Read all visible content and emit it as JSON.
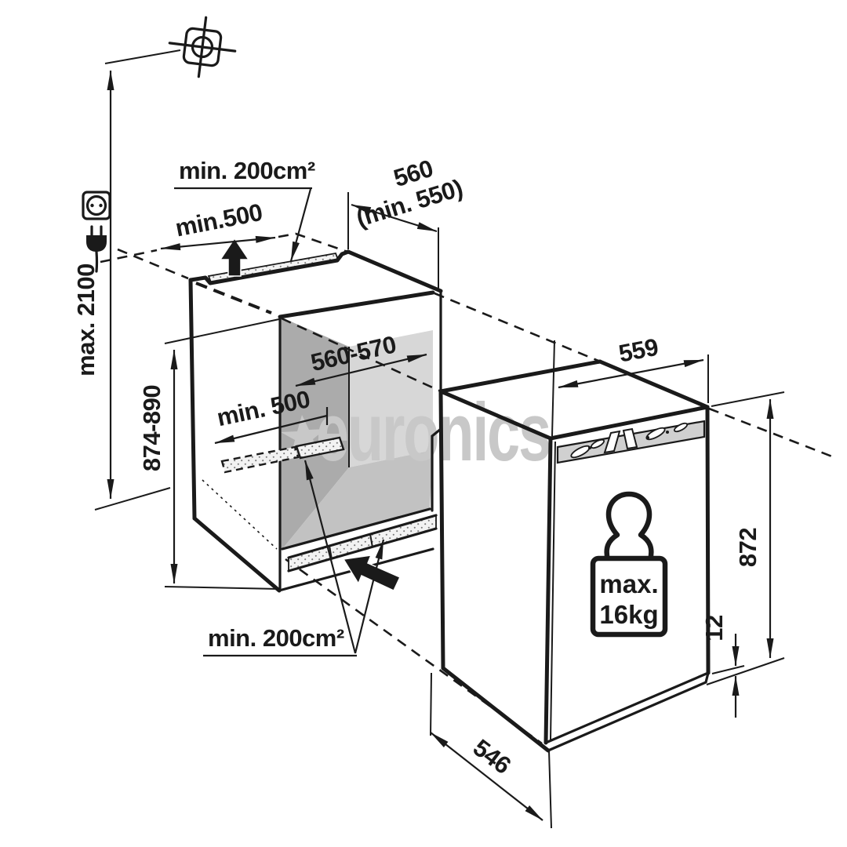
{
  "title": "Built-in refrigerator installation drawing",
  "colors": {
    "line": "#1a1a1a",
    "watermark": "#c8c8c8",
    "wall_left": "#ababab",
    "wall_back": "#d7d7d7",
    "floor": "#c2c2c2",
    "grille_fill": "#d0d0d0",
    "vent_fill": "#f2f2f2"
  },
  "niche": {
    "top_vent_label": "min. 200cm²",
    "top_clearance_label": "min.500",
    "depth_label": "560",
    "depth_min_label": "(min. 550)",
    "ceiling_clearance_label": "max. 2100",
    "width_label": "560-570",
    "interior_clearance_label": "min. 500",
    "height_label": "874-890",
    "bottom_vent_label": "min. 200cm²"
  },
  "appliance": {
    "width_label": "559",
    "height_label": "872",
    "depth_label": "546",
    "plinth_step_label": "12",
    "door_load_line1": "max.",
    "door_load_line2": "16kg"
  },
  "watermark": {
    "text": "euronics"
  },
  "icons": {
    "position_marker_icon": "crosshair-square",
    "power_outlet_icon": "round-socket",
    "power_plug_icon": "plug-with-cord",
    "airflow_up_icon": "thick-arrow-up",
    "airflow_bottom_icon": "thick-arrow-up-left",
    "max_load_icon": "kettlebell-weight",
    "watermark_star_icon": "five-point-star"
  }
}
